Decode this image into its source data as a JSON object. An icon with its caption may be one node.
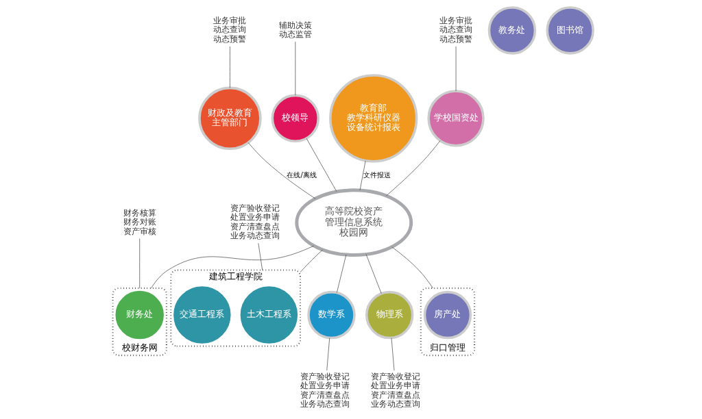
{
  "diagram": {
    "nodes": [
      {
        "text": [
          "高等院校资产管理信息系统",
          "校园网"
        ]
      },
      {
        "text": [
          "财政及教育主管部门"
        ]
      },
      {
        "text": [
          "校领导"
        ]
      },
      {
        "text": [
          "教育部",
          "教学科研仪器设备统计报表"
        ]
      },
      {
        "text": [
          "学校国资处"
        ]
      },
      {
        "text": [
          "校财务网"
        ]
      },
      {
        "text": [
          "财务处"
        ],
        "in": 5
      },
      {
        "text": [
          "建筑工程学院"
        ]
      },
      {
        "text": [
          "土木工程系"
        ],
        "in": 7
      },
      {
        "text": [
          "交通工程系"
        ],
        "in": 7
      },
      {
        "text": [
          "数学系"
        ]
      },
      {
        "text": [
          "物理系"
        ]
      },
      {
        "text": [
          "归口管理"
        ]
      },
      {
        "text": [
          "教务处"
        ]
      },
      {
        "text": [
          "房产处"
        ],
        "in": 12
      },
      {
        "text": [
          "图书馆"
        ]
      },
      {
        "text": [
          "业务审批",
          "动态查询",
          "动态预警"
        ]
      },
      {
        "text": [
          "辅助决策",
          "动态监管"
        ]
      },
      {
        "text": [
          "财务核算",
          "财务对账",
          "资产审核"
        ]
      },
      {
        "text": [
          "业务审批",
          "动态查询",
          "动态预警"
        ]
      },
      {
        "text": [
          "资产验收登记",
          "处置业务申请",
          "资产清查盘点",
          "业务动态查询"
        ]
      },
      {
        "text": [
          "资产验收登记",
          "处置业务申请",
          "资产清查盘点",
          "业务动态查询"
        ]
      },
      {
        "text": [
          "资产验收登记",
          "处置业务申请",
          "资产清查盘点",
          "业务动态查询"
        ]
      }
    ],
    "edges": [
      {
        "from": 1,
        "to": 0,
        "label": "在线/离线",
        "arrow": "none"
      },
      {
        "from": 2,
        "to": 0,
        "arrow": "none"
      },
      {
        "from": 3,
        "to": 0,
        "label": "文件报送",
        "arrow": "none"
      },
      {
        "from": 4,
        "to": 0,
        "arrow": "none"
      },
      {
        "from": 0,
        "to": 5,
        "arrow": "none"
      },
      {
        "from": 0,
        "to": 7,
        "arrow": "none"
      },
      {
        "from": 0,
        "to": 10,
        "arrow": "none"
      },
      {
        "from": 0,
        "to": 11,
        "arrow": "none"
      },
      {
        "from": 0,
        "to": 12,
        "arrow": "none"
      },
      {
        "from": 16,
        "to": 1,
        "arrow": "none"
      },
      {
        "from": 17,
        "to": 2,
        "arrow": "none"
      },
      {
        "from": 18,
        "to": 5,
        "arrow": "none"
      },
      {
        "from": 19,
        "to": 4,
        "arrow": "none"
      },
      {
        "from": 20,
        "to": 7,
        "arrow": "none"
      },
      {
        "from": 10,
        "to": 21,
        "arrow": "none"
      },
      {
        "from": 11,
        "to": 22,
        "arrow": "none"
      }
    ]
  }
}
